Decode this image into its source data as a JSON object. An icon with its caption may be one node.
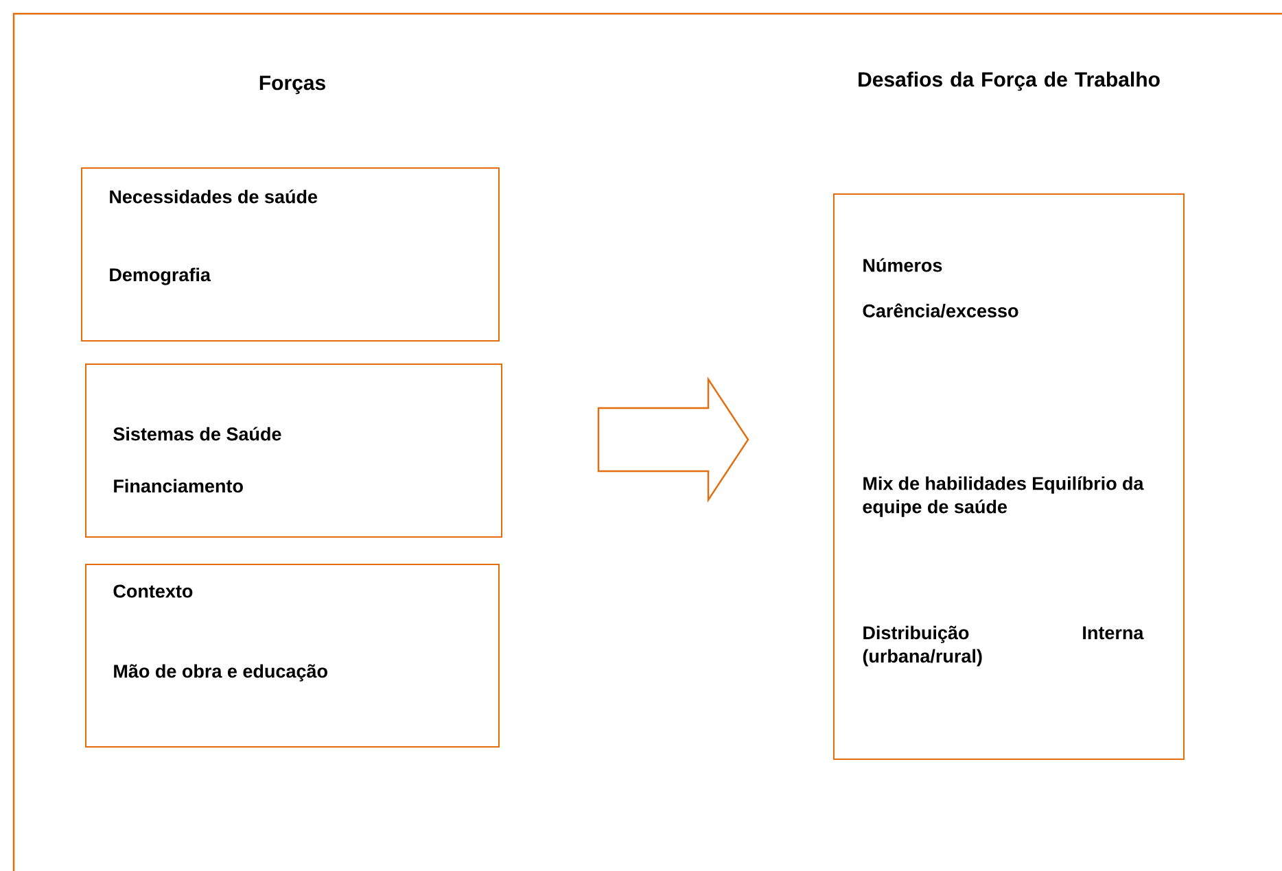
{
  "diagram": {
    "nodes": [
      {
        "text": [
          "Necessidades de saúde",
          "Demografia"
        ]
      },
      {
        "text": [
          "Sistemas de Saúde",
          "Financiamento"
        ]
      },
      {
        "text": [
          "Contexto",
          "Mão de obra e educação"
        ]
      },
      {
        "text": [
          "Números",
          "Carência/excesso",
          "Mix de habilidades Equilíbrio da equipe de saúde",
          "Distribuição Interna (urbana/rural)"
        ]
      }
    ],
    "edges": [
      {
        "from": 1,
        "to": 3,
        "arrow": "to"
      }
    ],
    "labels": [
      "Forças",
      "Desafios da Força de Trabalho"
    ]
  }
}
